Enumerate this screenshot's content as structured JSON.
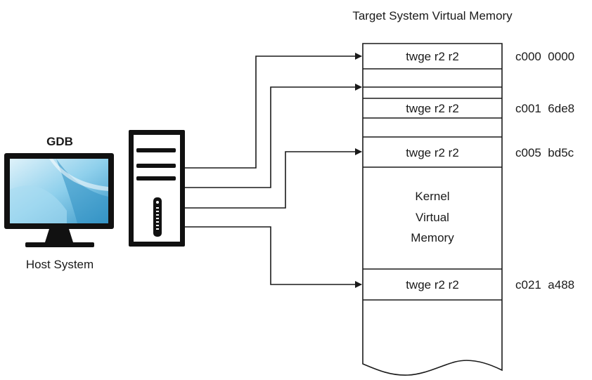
{
  "title": "Target System Virtual Memory",
  "host": {
    "debugger_label": "GDB",
    "system_label": "Host System",
    "monitor_icon": "monitor-icon",
    "tower_icon": "computer-tower-icon"
  },
  "memory": {
    "region_lines": [
      "Kernel",
      "Virtual",
      "Memory"
    ],
    "entries": [
      {
        "instruction": "twge r2 r2",
        "address": "c000  0000"
      },
      {
        "instruction": "twge r2 r2",
        "address": "c001  6de8"
      },
      {
        "instruction": "twge r2 r2",
        "address": "c005  bd5c"
      },
      {
        "instruction": "twge r2 r2",
        "address": "c021  a488"
      }
    ]
  },
  "colors": {
    "line": "#1a1a1a",
    "screen_light": "#d6eef8",
    "screen_mid": "#7fc6e6",
    "screen_dark": "#2f8fc2"
  }
}
